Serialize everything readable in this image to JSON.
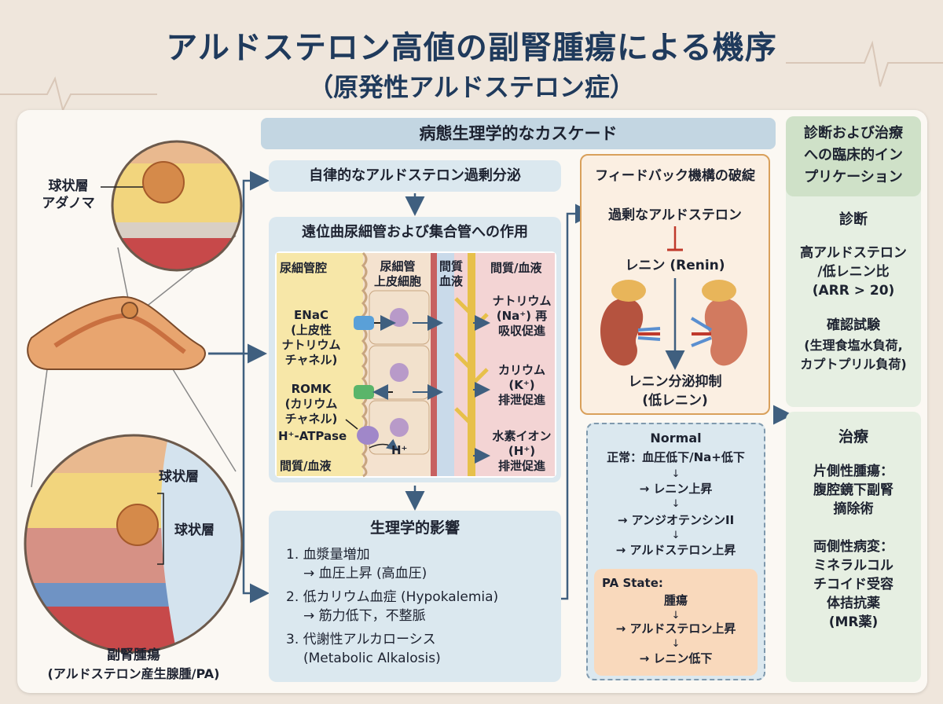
{
  "title": "アルドステロン高値の副腎腫瘍による機序",
  "subtitle": "（原発性アルドステロン症）",
  "anatomy": {
    "top_label": [
      "球状層",
      "アダノマ"
    ],
    "lower_label_1": "球状層",
    "lower_label_2": "球状層",
    "caption_1": "副腎腫瘍",
    "caption_2": "(アルドステロン産生腺腫/PA)"
  },
  "cascade": {
    "header": "病態生理学的なカスケード",
    "step1": "自律的なアルドステロン過剰分泌",
    "step2": "遠位曲尿細管および集合管への作用",
    "tubule": {
      "col1": "尿細管腔",
      "col2": [
        "尿細管",
        "上皮細胞"
      ],
      "col3": [
        "間質",
        "血液"
      ],
      "col4": "間質/血液",
      "enac": [
        "ENaC",
        "(上皮性",
        "ナトリウム",
        "チャネル)"
      ],
      "romk": [
        "ROMK",
        "(カリウム",
        "チャネル)"
      ],
      "hatpase": "H⁺-ATPase",
      "hplus": "H⁺",
      "bottom_left": "間質/血液",
      "effect_na": [
        "ナトリウム",
        "(Na⁺) 再",
        "吸収促進"
      ],
      "effect_k": [
        "カリウム",
        "(K⁺)",
        "排泄促進"
      ],
      "effect_h": [
        "水素イオン",
        "(H⁺)",
        "排泄促進"
      ]
    },
    "effects_header": "生理学的影響",
    "effects": [
      "1. 血漿量増加",
      "→ 血圧上昇 (高血圧)",
      "2. 低カリウム血症 (Hypokalemia)",
      "→ 筋力低下，不整脈",
      "3. 代謝性アルカローシス",
      "(Metabolic Alkalosis)"
    ]
  },
  "feedback": {
    "header": "フィードバック機構の破綻",
    "excess": "過剰なアルドステロン",
    "renin": "レニン (Renin)",
    "suppress": [
      "レニン分泌抑制",
      "(低レニン)"
    ]
  },
  "normal": {
    "title": "Normal",
    "lines": [
      "正常：血圧低下/Na+低下",
      "→ レニン上昇",
      "→ アンジオテンシンII",
      "→ アルドステロン上昇"
    ],
    "pa_title": "PA State:",
    "pa_lines": [
      "腫瘍",
      "→ アルドステロン上昇",
      "→ レニン低下"
    ]
  },
  "clinical": {
    "header": [
      "診断および治療",
      "への臨床的イン",
      "プリケーション"
    ],
    "diag_title": "診断",
    "diag_lines": [
      "高アルドステロン",
      "/低レニン比",
      "(ARR > 20)"
    ],
    "confirm_title": "確認試験",
    "confirm_lines": [
      "(生理食塩水負荷,",
      "カプトプリル負荷)"
    ],
    "treat_title": "治療",
    "uni_lines": [
      "片側性腫瘍：",
      "腹腔鏡下副腎",
      "摘除術"
    ],
    "bi_lines": [
      "両側性病変：",
      "ミネラルコル",
      "チコイド受容",
      "体拮抗薬",
      "(MR薬)"
    ]
  },
  "colors": {
    "title": "#1f3a5c",
    "header_blue": "#c3d6e2",
    "box_blue": "#dbe8ef",
    "feedback_bg": "#fbefe2",
    "feedback_border": "#d9a05b",
    "pa_bg": "#f9d9bc",
    "clinical_bg": "#e6efe2",
    "clinical_header": "#cfe1c8",
    "arrow": "#3f5f7f"
  }
}
